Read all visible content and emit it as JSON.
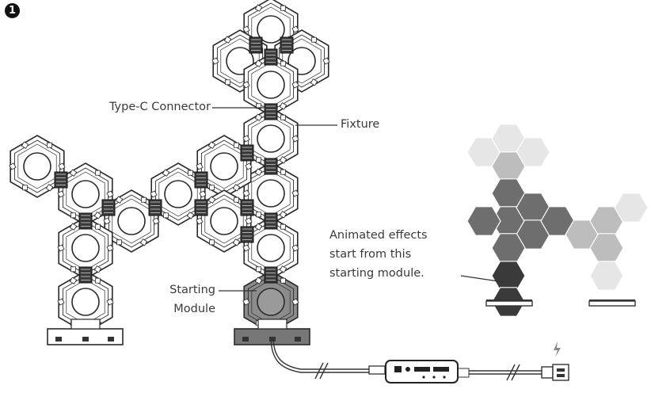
{
  "step_number": "1",
  "labels": {
    "type_c_connector": "Type-C Connector",
    "fixture": "Fixture",
    "starting_module_line1": "Starting",
    "starting_module_line2": "Module",
    "animated_line1": "Animated effects",
    "animated_line2": "start from this",
    "animated_line3": "starting module."
  },
  "colors": {
    "outline": "#2a2a2a",
    "starting_module_fill": "#8c8c8c",
    "connector_fill": "#3a3a3a",
    "right_dark": "#3a3a3a",
    "right_mid": "#6e6e6e",
    "right_light": "#bdbdbd",
    "right_pale": "#e6e6e6"
  },
  "icons": [
    "usb-cable-icon",
    "remote-controller-icon",
    "lightning-icon",
    "usb-plug-icon"
  ]
}
